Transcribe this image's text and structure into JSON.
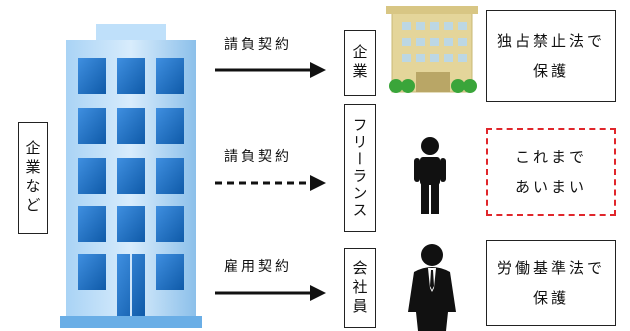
{
  "left_label": "企業など",
  "rows": [
    {
      "contract": "請負契約",
      "party": "企業",
      "law_line1": "独占禁止法で",
      "law_line2": "保護"
    },
    {
      "contract": "請負契約",
      "party": "フリーランス",
      "law_line1": "これまで",
      "law_line2": "あいまい"
    },
    {
      "contract": "雇用契約",
      "party": "会社員",
      "law_line1": "労働基準法で",
      "law_line2": "保護"
    }
  ],
  "colors": {
    "building_light": "#cfe6fb",
    "building_mid": "#8ec3ef",
    "window": "#1f6fbf",
    "dashed_box": "#e0262b",
    "office": "#e6d79a"
  }
}
